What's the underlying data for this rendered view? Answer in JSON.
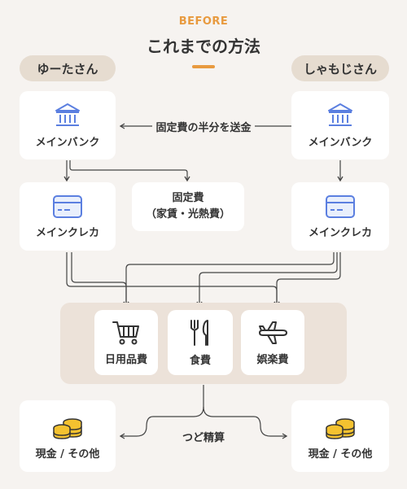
{
  "header": {
    "badge": "BEFORE",
    "title": "これまでの方法"
  },
  "people": {
    "left": "ゆーたさん",
    "right": "しゃもじさん"
  },
  "left_column": {
    "bank": "メインバンク",
    "card": "メインクレカ",
    "cash": "現金 / その他"
  },
  "right_column": {
    "bank": "メインバンク",
    "card": "メインクレカ",
    "cash": "現金 / その他"
  },
  "fixed_costs": {
    "line1": "固定費",
    "line2": "（家賃・光熱費）"
  },
  "transfer_label": "固定費の半分を送金",
  "categories": [
    {
      "label": "日用品費",
      "icon": "shopping-cart-icon"
    },
    {
      "label": "食費",
      "icon": "fork-knife-icon"
    },
    {
      "label": "娯楽費",
      "icon": "airplane-icon"
    }
  ],
  "settle_label": "つど精算",
  "colors": {
    "accent": "#e89a3f",
    "icon_blue": "#5b7fe0",
    "coin_yellow": "#f4c230",
    "pill": "#e6dcd0"
  }
}
